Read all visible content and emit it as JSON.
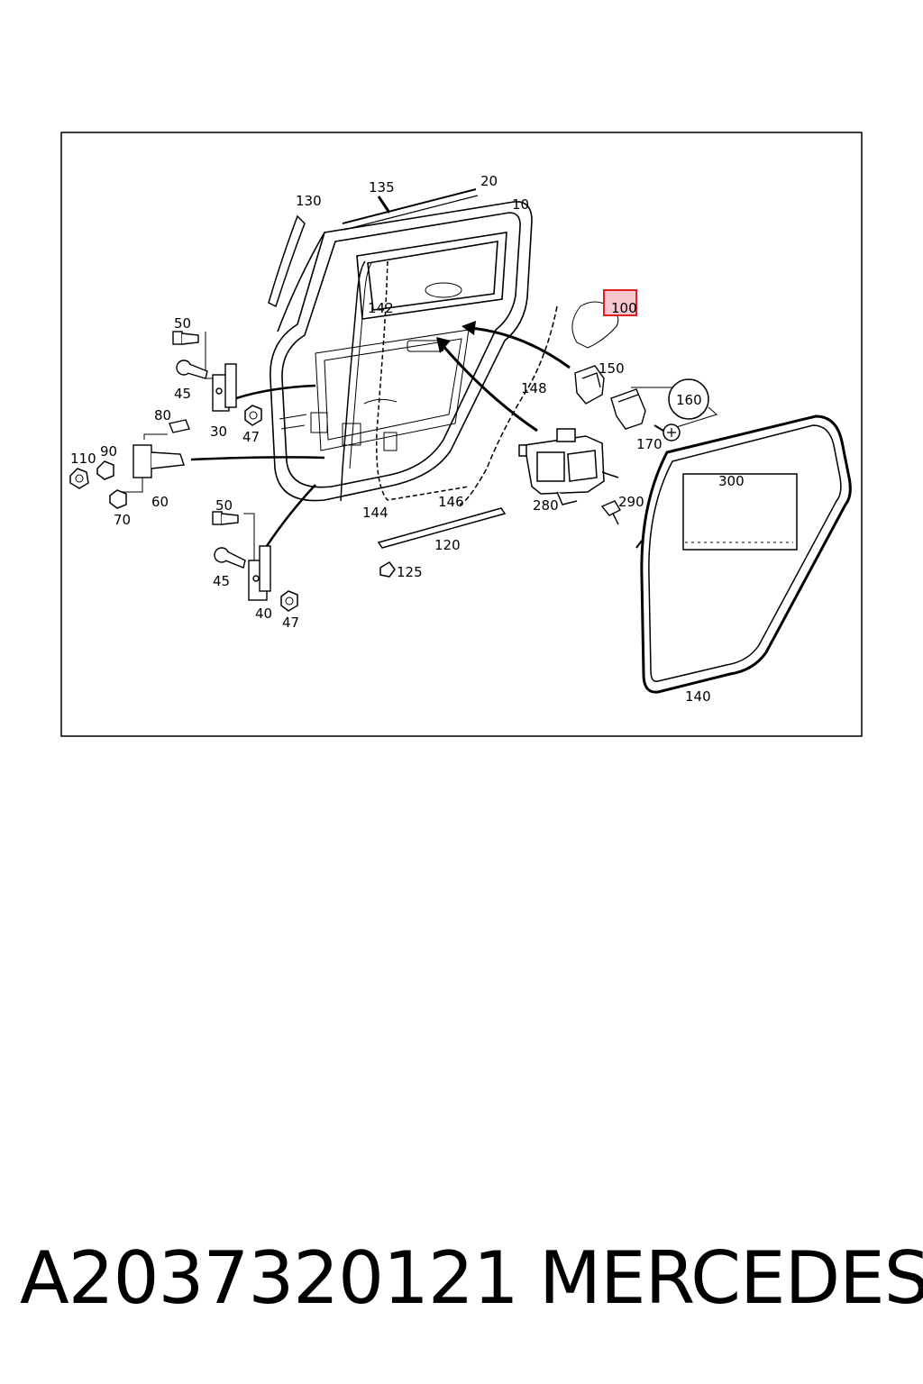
{
  "callouts": {
    "c10": "10",
    "c20": "20",
    "c30": "30",
    "c40": "40",
    "c45a": "45",
    "c45b": "45",
    "c47a": "47",
    "c47b": "47",
    "c50a": "50",
    "c50b": "50",
    "c60": "60",
    "c70": "70",
    "c80": "80",
    "c90": "90",
    "c100": "100",
    "c110": "110",
    "c120": "120",
    "c125": "125",
    "c130": "130",
    "c135": "135",
    "c140": "140",
    "c142": "142",
    "c144": "144",
    "c146": "146",
    "c148": "148",
    "c150": "150",
    "c160": "160",
    "c170": "170",
    "c280": "280",
    "c290": "290",
    "c300": "300"
  },
  "highlighted_callout": "100",
  "footer": {
    "part_number": "A2037320121",
    "brand": "MERCEDES"
  },
  "colors": {
    "highlight_border": "#e02020",
    "highlight_fill": "#f7c7cf",
    "line": "#000000"
  }
}
